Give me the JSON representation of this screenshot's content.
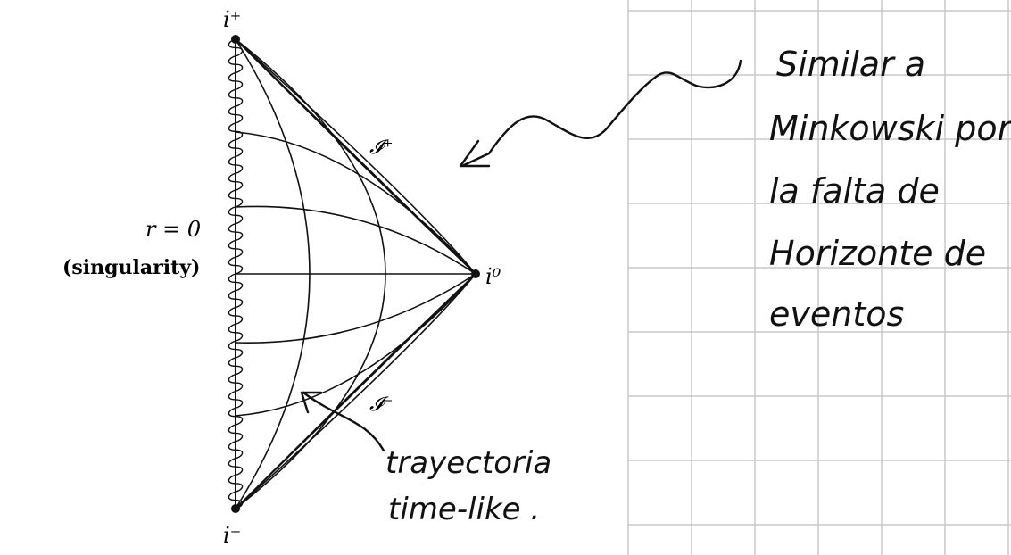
{
  "diagram": {
    "labels": {
      "i_plus": "i⁺",
      "i_minus": "i⁻",
      "i_zero": "i⁰",
      "scri_plus": "𝓘⁺",
      "scri_minus": "𝓘⁻",
      "r_equals_zero": "r = 0",
      "singularity": "(singularity)"
    }
  },
  "notes": {
    "similar_lines": [
      "Similar a",
      "Minkowski por",
      "la falta de",
      "Horizonte de",
      "eventos"
    ],
    "trajectory_lines": [
      "trayectoria",
      "time-like ."
    ]
  },
  "colors": {
    "ink": "#111111",
    "grid": "#c8c8c8"
  }
}
